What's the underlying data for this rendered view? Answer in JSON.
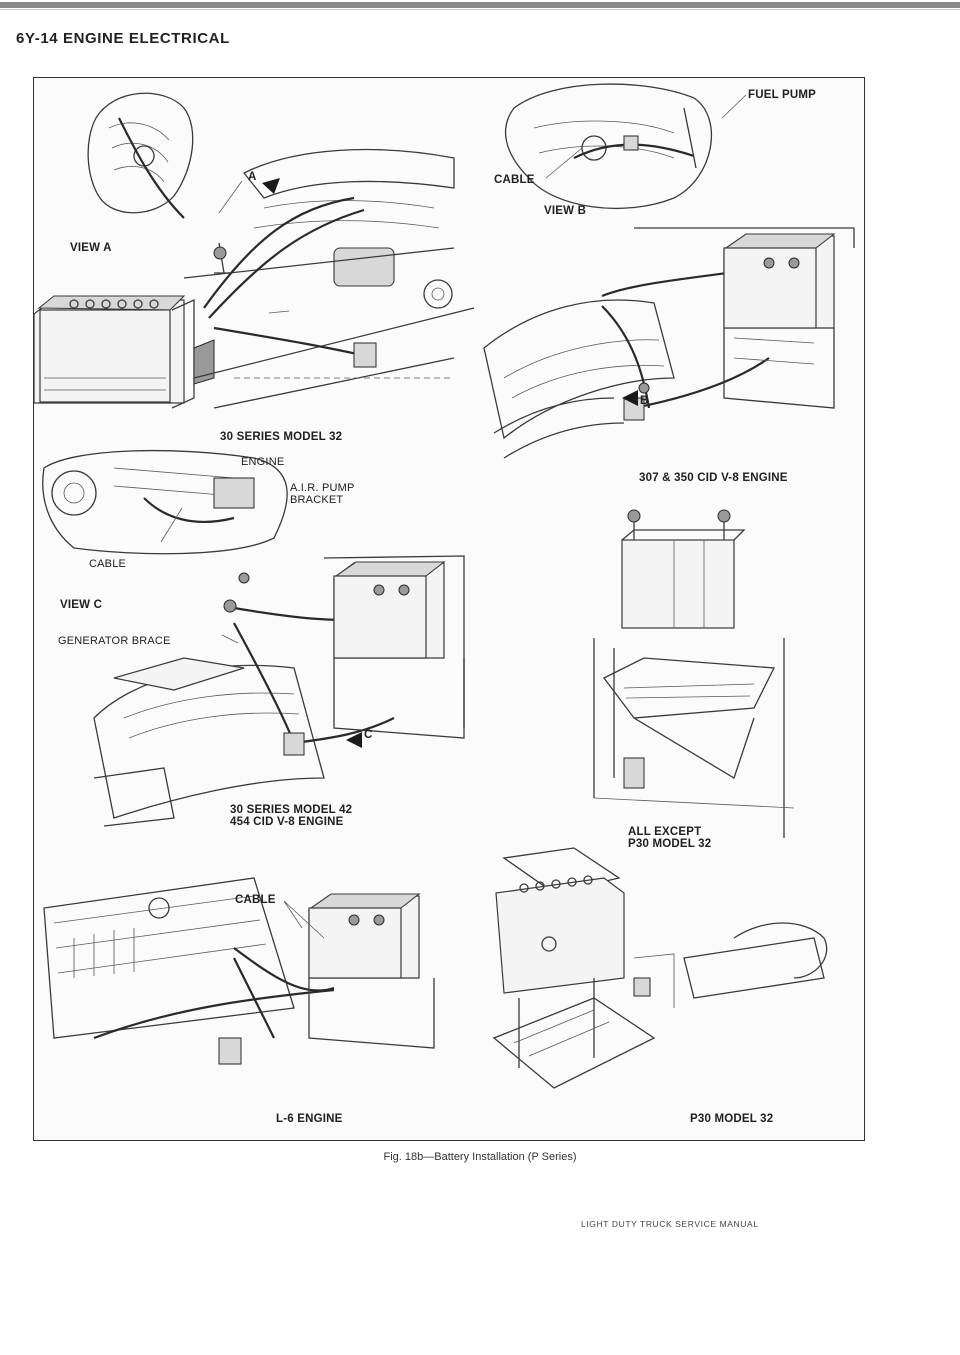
{
  "page": {
    "header": "6Y-14 ENGINE ELECTRICAL",
    "caption": "Fig. 18b—Battery Installation (P Series)",
    "footer": "LIGHT DUTY TRUCK SERVICE MANUAL"
  },
  "figure": {
    "labels": {
      "view_a": "VIEW A",
      "arrow_a": "A",
      "fuel_pump": "FUEL PUMP",
      "cable_b": "CABLE",
      "view_b": "VIEW B",
      "arrow_b": "B",
      "series30_model32": "30 SERIES MODEL 32",
      "engine": "ENGINE",
      "air_pump_bracket": "A.I.R. PUMP\nBRACKET",
      "cable_c": "CABLE",
      "view_c": "VIEW C",
      "generator_brace": "GENERATOR BRACE",
      "arrow_c": "C",
      "cid307_350": "307 & 350 CID V-8 ENGINE",
      "series30_model42": "30 SERIES MODEL 42\n454 CID V-8 ENGINE",
      "all_except": "ALL EXCEPT\nP30 MODEL 32",
      "cable_l6": "CABLE",
      "l6_engine": "L-6 ENGINE",
      "p30_model32": "P30 MODEL 32"
    }
  }
}
